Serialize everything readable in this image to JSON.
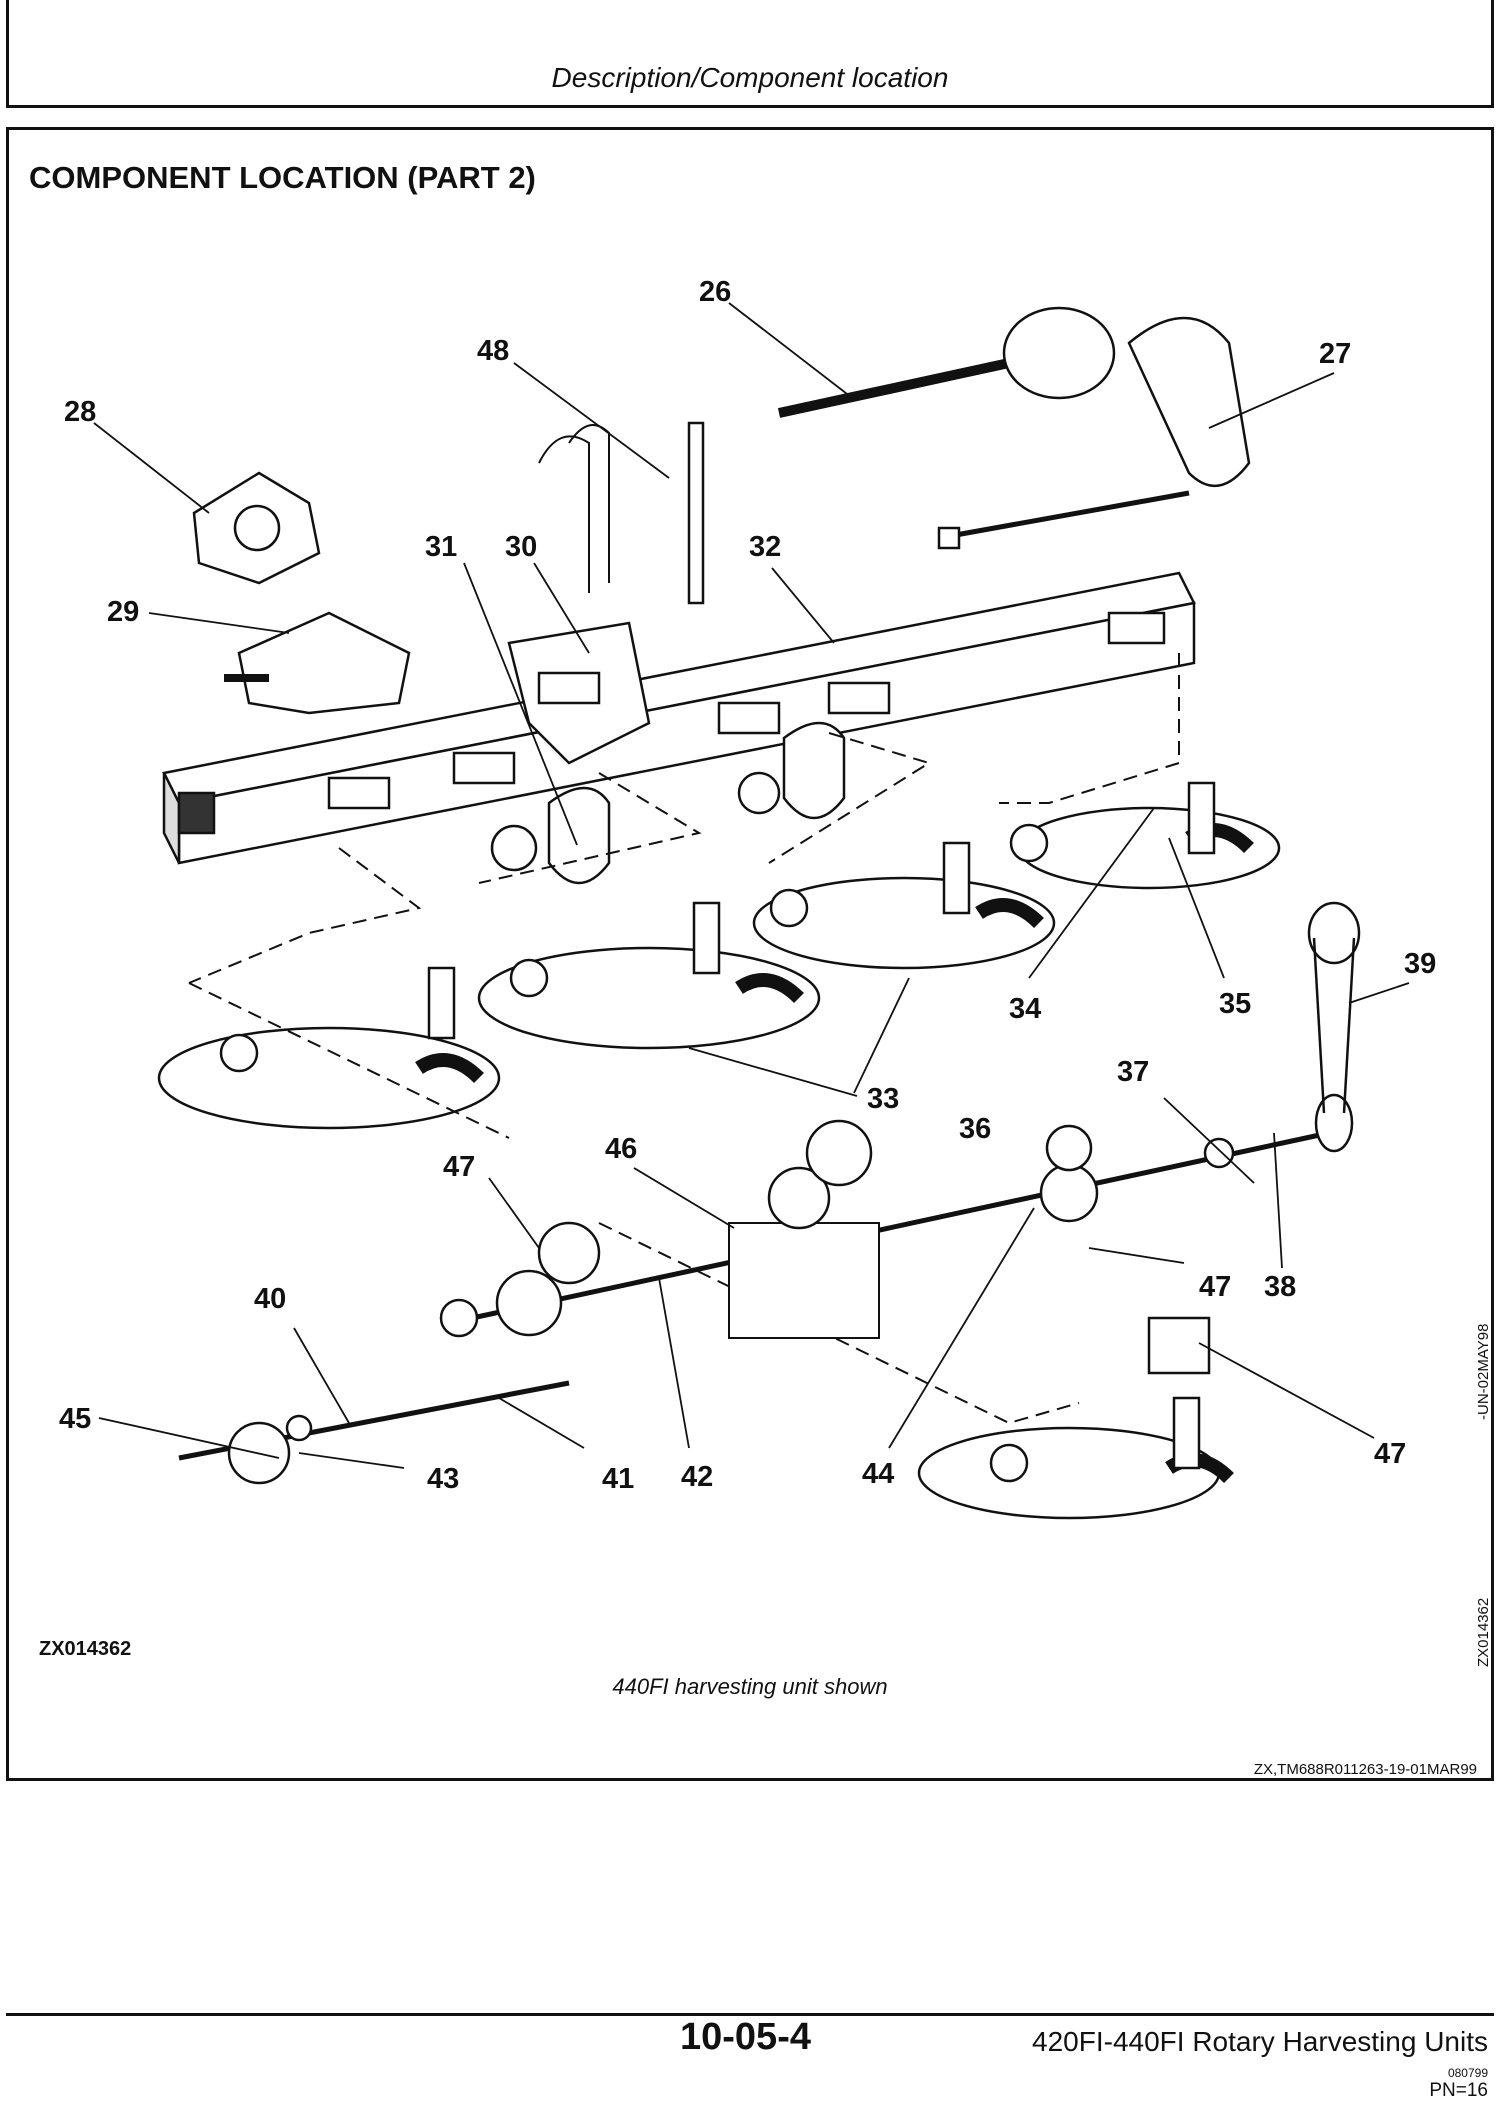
{
  "header": {
    "section": "Description/Component location"
  },
  "main": {
    "title": "COMPONENT LOCATION (PART 2)",
    "figure_id": "ZX014362",
    "caption": "440FI harvesting unit shown",
    "side_code_1": "ZX014362",
    "side_code_2": "-UN-02MAY98",
    "ref_code": "ZX,TM688R011263-19-01MAR99"
  },
  "callouts": {
    "c26": "26",
    "c27": "27",
    "c28": "28",
    "c29": "29",
    "c30": "30",
    "c31": "31",
    "c32": "32",
    "c33": "33",
    "c34": "34",
    "c35": "35",
    "c36": "36",
    "c37": "37",
    "c38": "38",
    "c39": "39",
    "c40": "40",
    "c41": "41",
    "c42": "42",
    "c43": "43",
    "c44": "44",
    "c45": "45",
    "c46": "46",
    "c47a": "47",
    "c47b": "47",
    "c47c": "47",
    "c48": "48"
  },
  "footer": {
    "page_number": "10-05-4",
    "manual_title": "420FI-440FI Rotary Harvesting Units",
    "date_code": "080799",
    "pn": "PN=16"
  }
}
